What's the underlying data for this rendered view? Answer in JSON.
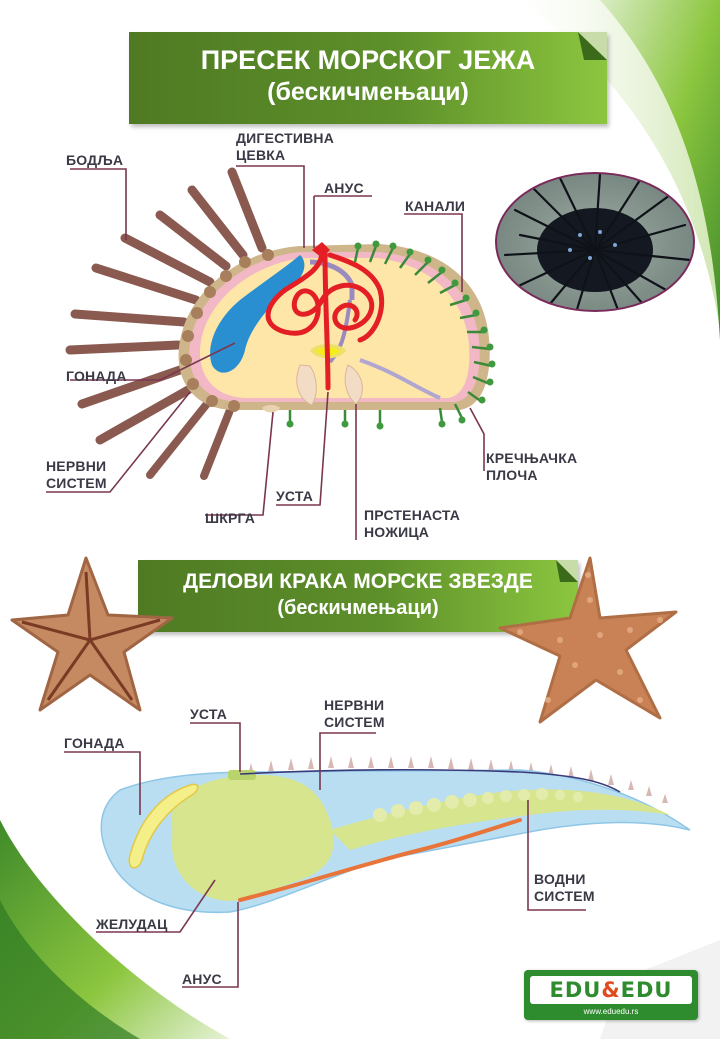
{
  "section1": {
    "title": "ПРЕСЕК МОРСКОГ ЈЕЖА",
    "subtitle": "(бескичмењаци)",
    "labels": {
      "spine": "БОДЉА",
      "digestive_1": "ДИГЕСТИВНА",
      "digestive_2": "ЦЕВКА",
      "anus": "АНУС",
      "canals": "КАНАЛИ",
      "gonad": "ГОНАДА",
      "nerve_1": "НЕРВНИ",
      "nerve_2": "СИСТЕМ",
      "gill": "ШКРГА",
      "mouth": "УСТА",
      "ring_1": "ПРСТЕНАСТА",
      "ring_2": "НОЖИЦА",
      "plate_1": "КРЕЧЊАЧКА",
      "plate_2": "ПЛОЧА"
    }
  },
  "section2": {
    "title": "ДЕЛОВИ КРАКА МОРСКЕ ЗВЕЗДЕ",
    "subtitle": "(бескичмењаци)",
    "labels": {
      "mouth": "УСТА",
      "nerve_1": "НЕРВНИ",
      "nerve_2": "СИСТЕМ",
      "gonad": "ГОНАДА",
      "water_1": "ВОДНИ",
      "water_2": "СИСТЕМ",
      "stomach": "ЖЕЛУДАЦ",
      "anus": "АНУС"
    }
  },
  "logo": {
    "left": "EDU",
    "amp": "&",
    "right": "EDU",
    "url": "www.eduedu.rs"
  },
  "colors": {
    "green_dark": "#4f7a23",
    "green_light": "#8cc63f",
    "label_text": "#3a3a46",
    "leader_line": "#7a3650",
    "digestive": "#e31e24",
    "gonad": "#2a8fd0",
    "body": "#fde6a8",
    "water": "#b9def2",
    "stomach": "#d7e58f"
  }
}
